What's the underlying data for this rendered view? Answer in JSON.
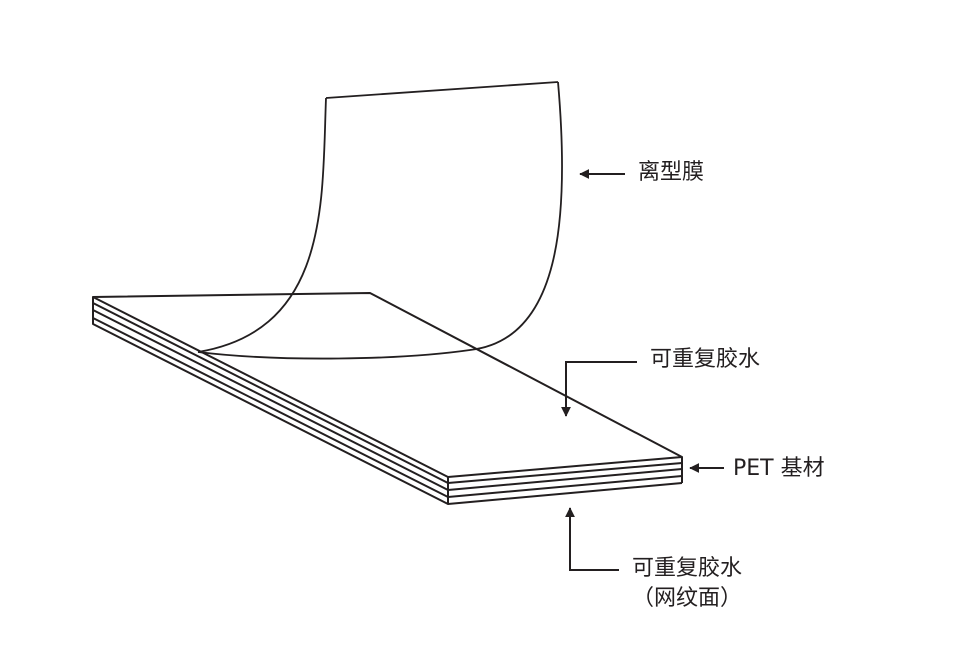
{
  "diagram": {
    "labels": {
      "release_film": "离型膜",
      "adhesive_top": "可重复胶水",
      "pet_substrate": "PET 基材",
      "adhesive_bottom": "可重复胶水",
      "adhesive_bottom_note": "（网纹面）"
    },
    "colors": {
      "stroke": "#231f20",
      "background": "#ffffff"
    }
  }
}
